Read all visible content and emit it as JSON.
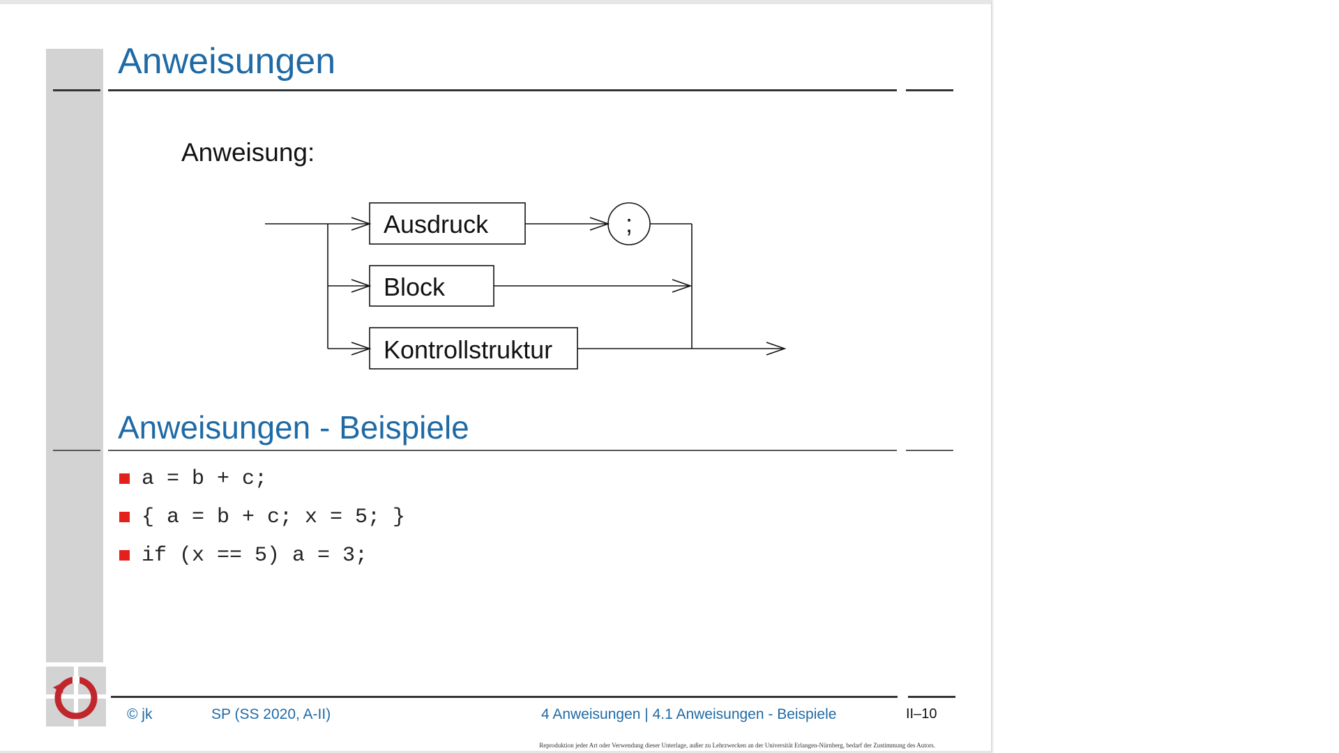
{
  "slide": {
    "title": "Anweisungen",
    "diagram": {
      "label": "Anweisung:",
      "boxes": {
        "ausdruck": "Ausdruck",
        "block": "Block",
        "kontroll": "Kontrollstruktur"
      },
      "terminal": ";"
    },
    "section_title": "Anweisungen - Beispiele",
    "examples": [
      "a = b + c;",
      "{ a = b + c; x = 5; }",
      "if (x == 5) a = 3;"
    ],
    "footer": {
      "author": "© jk",
      "course": "SP (SS 2020, A-II)",
      "chapter": "4  Anweisungen | 4.1  Anweisungen - Beispiele",
      "page": "II–10"
    },
    "copyright": "Reproduktion jeder Art oder Verwendung dieser Unterlage, außer zu Lehrzwecken an der Universität Erlangen-Nürnberg, bedarf der Zustimmung des Autors."
  },
  "colors": {
    "accent_blue": "#1f6aa5",
    "bullet_red": "#e3201b",
    "sidebar_gray": "#d3d3d3",
    "logo_red": "#c0262b"
  },
  "icons": {
    "logo": "university-chair-logo",
    "bullet": "square-bullet"
  }
}
